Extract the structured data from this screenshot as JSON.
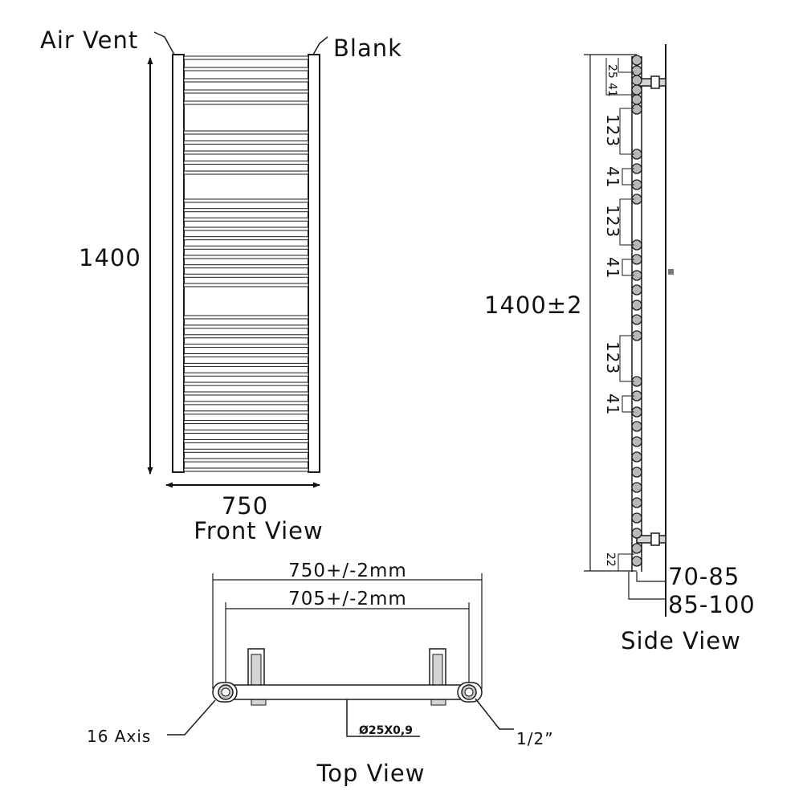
{
  "front_view": {
    "air_vent_label": "Air Vent",
    "blank_label": "Blank",
    "height_label": "1400",
    "width_label": "750",
    "title": "Front View",
    "bar_count": 37
  },
  "side_view": {
    "height_label": "1400±2",
    "spacing_labels": [
      "25",
      "41",
      "123",
      "41",
      "123",
      "41",
      "123",
      "41",
      "22"
    ],
    "depth_label_1": "70-85",
    "depth_label_2": "85-100",
    "title": "Side View"
  },
  "top_view": {
    "outer_width_label": "750+/-2mm",
    "centre_width_label": "705+/-2mm",
    "axis_label": "16 Axis",
    "pipe_label": "Ø25X0,9",
    "connection_label": "1/2”",
    "title": "Top View"
  },
  "colors": {
    "line": "#1a1a1a",
    "tube_fill": "#b9b9b9",
    "bracket_fill": "#d4d4d4"
  }
}
